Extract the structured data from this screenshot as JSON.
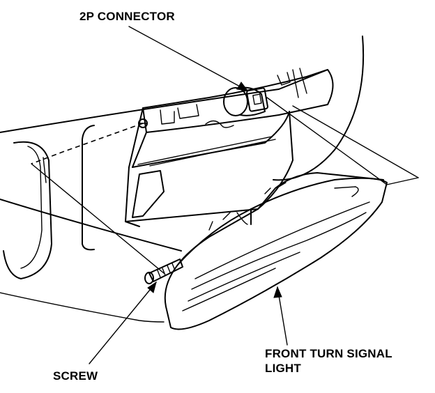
{
  "labels": {
    "connector": "2P CONNECTOR",
    "screw": "SCREW",
    "light_line1": "FRONT TURN SIGNAL",
    "light_line2": "LIGHT"
  },
  "colors": {
    "line": "#000000",
    "background": "#ffffff"
  }
}
